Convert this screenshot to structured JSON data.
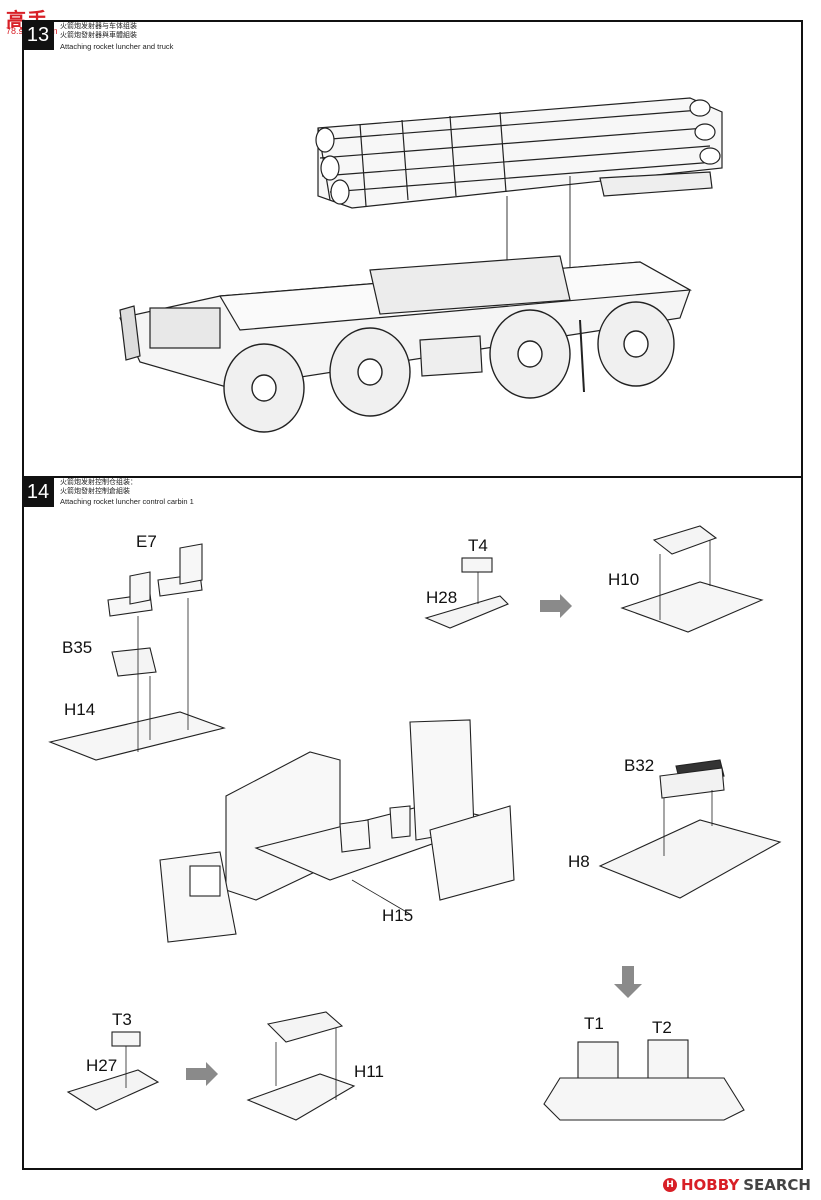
{
  "watermark": {
    "text": "高手",
    "sub": "78.shou.com"
  },
  "step13": {
    "number": "13",
    "caption_cn_1": "火箭炮发射器与车体组装",
    "caption_cn_2": "火箭炮發射器與車體組裝",
    "caption_en": "Attaching rocket luncher and truck"
  },
  "step14": {
    "number": "14",
    "caption_cn_1": "火箭炮发射控制仓组装：",
    "caption_cn_2": "火箭炮發射控制倉組裝",
    "caption_en": "Attaching rocket luncher control carbin 1",
    "labels": {
      "e7": "E7",
      "b35": "B35",
      "h14": "H14",
      "t4": "T4",
      "h28": "H28",
      "h10": "H10",
      "b32": "B32",
      "h8": "H8",
      "h15": "H15",
      "t3": "T3",
      "h27": "H27",
      "h11": "H11",
      "t1": "T1",
      "t2": "T2"
    }
  },
  "footer": {
    "logo_left": "HOBBY",
    "logo_right": "SEARCH"
  }
}
